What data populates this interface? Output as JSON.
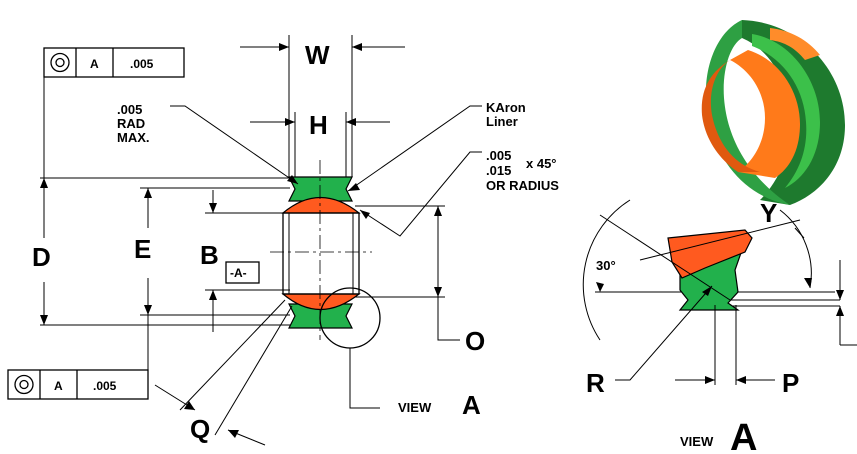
{
  "tolerance_top": {
    "datum": "A",
    "value": ".005"
  },
  "tolerance_bottom": {
    "datum": "A",
    "value": ".005"
  },
  "labels": {
    "W": "W",
    "H": "H",
    "D": "D",
    "E": "E",
    "B": "B",
    "O": "O",
    "Q": "Q",
    "R": "R",
    "P": "P",
    "Y": "Y",
    "datum_a": "-A-",
    "view_word": "VIEW",
    "view_letter": "A",
    "view_word_detail": "VIEW",
    "view_letter_detail": "A",
    "angle": "30°"
  },
  "notes": {
    "rad_line1": ".005",
    "rad_line2": "RAD",
    "rad_line3": "MAX.",
    "liner_line1": "KAron",
    "liner_line2": "Liner",
    "chamfer_line1": ".005",
    "chamfer_line2": ".015",
    "chamfer_x45": "x 45°",
    "chamfer_line3": "OR RADIUS"
  },
  "colors": {
    "liner_green": "#22b14c",
    "ball_orange": "#ff5a1f",
    "outer_dark_green": "#1e7a2e"
  }
}
